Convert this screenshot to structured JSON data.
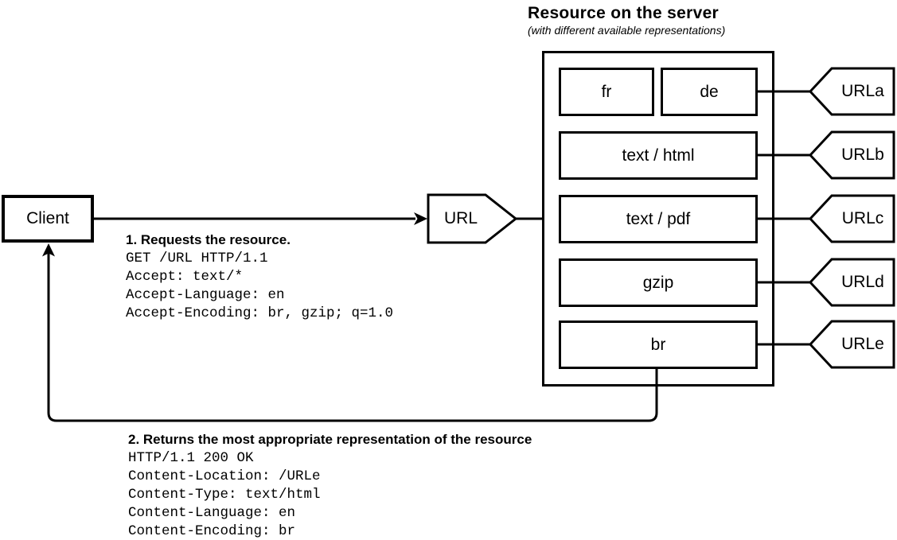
{
  "colors": {
    "ink": "#000000",
    "background": "#ffffff"
  },
  "client": {
    "label": "Client"
  },
  "url_node": {
    "label": "URL"
  },
  "server": {
    "title": "Resource on the server",
    "subtitle": "(with different available representations)",
    "representations": [
      "fr",
      "de",
      "text / html",
      "text / pdf",
      "gzip",
      "br"
    ]
  },
  "url_tags": [
    "URLa",
    "URLb",
    "URLc",
    "URLd",
    "URLe"
  ],
  "request": {
    "heading": "1. Requests the resource.",
    "lines": [
      "GET /URL HTTP/1.1",
      "Accept: text/*",
      "Accept-Language: en",
      "Accept-Encoding: br, gzip; q=1.0"
    ]
  },
  "response": {
    "heading": "2. Returns the most appropriate representation of the resource",
    "lines": [
      "HTTP/1.1 200 OK",
      "Content-Location: /URLe",
      "Content-Type: text/html",
      "Content-Language: en",
      "Content-Encoding: br"
    ]
  }
}
